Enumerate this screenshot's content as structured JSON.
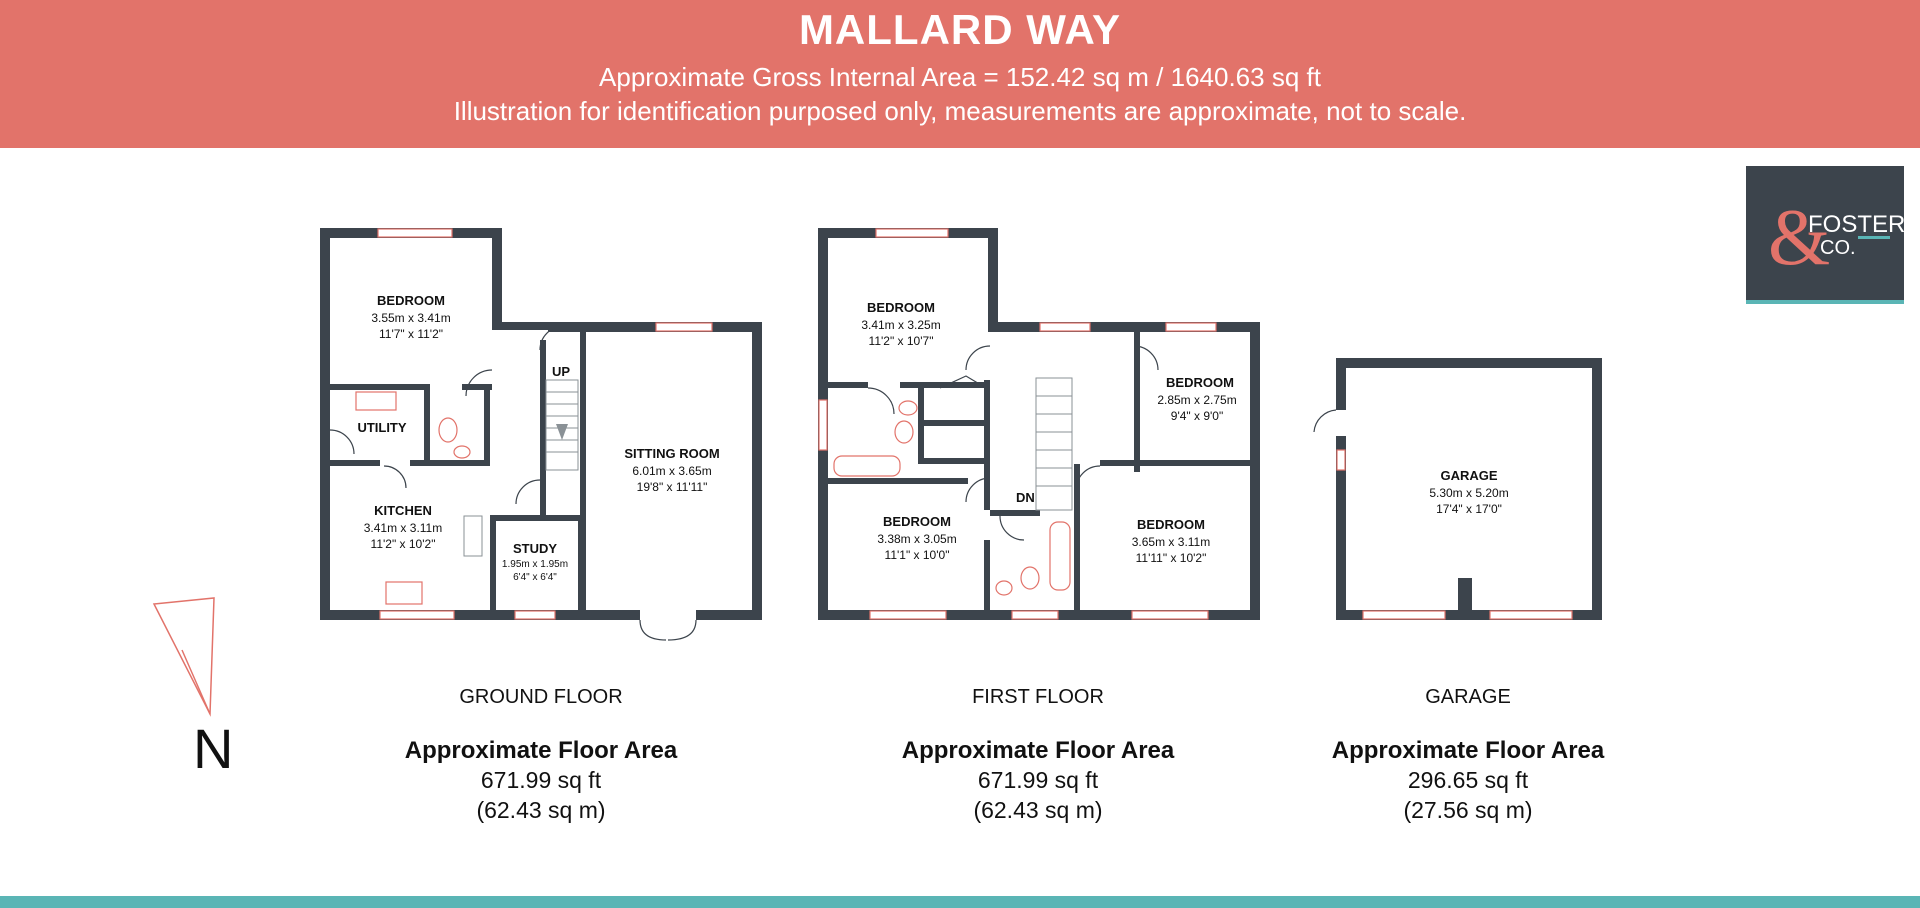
{
  "header": {
    "title": "MALLARD WAY",
    "area": "Approximate Gross Internal Area = 152.42 sq m / 1640.63 sq ft",
    "disclaimer": "Illustration for identification purposed only, measurements are approximate, not to scale."
  },
  "logo": {
    "ampersand": "&",
    "line1": "FOSTER",
    "line2": "CO.",
    "bg_color": "#3c444c",
    "accent_color": "#5ab5b5",
    "amp_color": "#e2736a"
  },
  "colors": {
    "header_bg": "#e2736a",
    "wall": "#3c444c",
    "window": "#e2736a",
    "footer_bar": "#5ab5b5"
  },
  "compass": {
    "label": "N"
  },
  "ground_floor": {
    "name": "GROUND FLOOR",
    "area_heading": "Approximate Floor Area",
    "area_sqft": "671.99 sq ft",
    "area_sqm": "(62.43 sq m)",
    "rooms": {
      "bedroom": {
        "name": "BEDROOM",
        "metric": "3.55m x 3.41m",
        "imperial": "11'7\" x 11'2\""
      },
      "utility": {
        "name": "UTILITY"
      },
      "kitchen": {
        "name": "KITCHEN",
        "metric": "3.41m x 3.11m",
        "imperial": "11'2\" x 10'2\""
      },
      "study": {
        "name": "STUDY",
        "metric": "1.95m x 1.95m",
        "imperial": "6'4\" x 6'4\""
      },
      "sitting": {
        "name": "SITTING ROOM",
        "metric": "6.01m x 3.65m",
        "imperial": "19'8\" x 11'11\""
      },
      "stairs": {
        "label": "UP"
      }
    }
  },
  "first_floor": {
    "name": "FIRST FLOOR",
    "area_heading": "Approximate Floor Area",
    "area_sqft": "671.99 sq ft",
    "area_sqm": "(62.43 sq m)",
    "rooms": {
      "bedroom_nw": {
        "name": "BEDROOM",
        "metric": "3.41m x 3.25m",
        "imperial": "11'2\" x 10'7\""
      },
      "bedroom_ne": {
        "name": "BEDROOM",
        "metric": "2.85m x 2.75m",
        "imperial": "9'4\" x 9'0\""
      },
      "bedroom_sw": {
        "name": "BEDROOM",
        "metric": "3.38m x 3.05m",
        "imperial": "11'1\" x 10'0\""
      },
      "bedroom_se": {
        "name": "BEDROOM",
        "metric": "3.65m x 3.11m",
        "imperial": "11'11\" x 10'2\""
      },
      "stairs": {
        "label": "DN"
      }
    }
  },
  "garage": {
    "name": "GARAGE",
    "area_heading": "Approximate Floor Area",
    "area_sqft": "296.65 sq ft",
    "area_sqm": "(27.56 sq m)",
    "room": {
      "name": "GARAGE",
      "metric": "5.30m x 5.20m",
      "imperial": "17'4\" x 17'0\""
    }
  }
}
